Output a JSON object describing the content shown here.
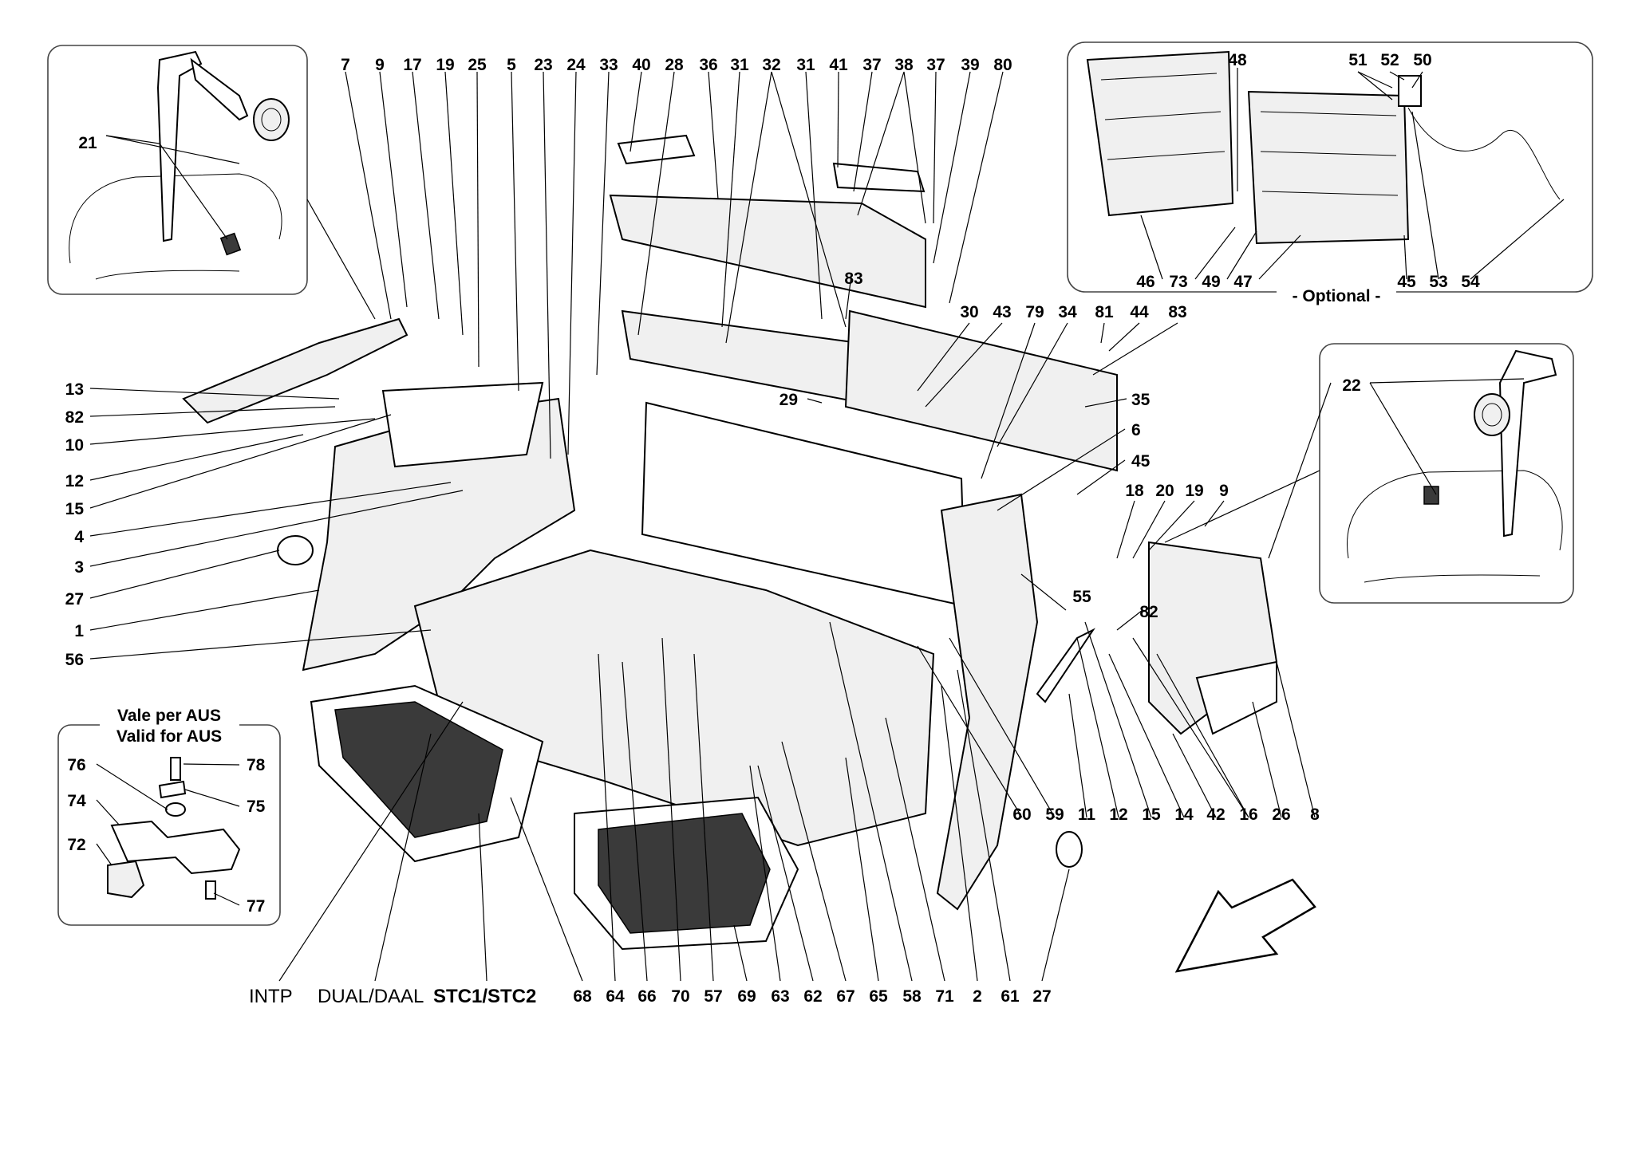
{
  "labels": {
    "top_row": [
      "7",
      "9",
      "17",
      "19",
      "25",
      "5",
      "23",
      "24",
      "33",
      "40",
      "28",
      "36",
      "31",
      "32",
      "31",
      "41",
      "37",
      "38",
      "37",
      "39",
      "80"
    ],
    "left_column": [
      "13",
      "82",
      "10",
      "12",
      "15",
      "4",
      "3",
      "27",
      "1",
      "56"
    ],
    "middle": [
      "83",
      "29",
      "30",
      "43",
      "79",
      "34",
      "81",
      "44",
      "83",
      "35",
      "6",
      "45",
      "18",
      "20",
      "19",
      "9",
      "55",
      "82"
    ],
    "bottom_row": [
      "68",
      "64",
      "66",
      "70",
      "57",
      "69",
      "63",
      "62",
      "67",
      "65",
      "58",
      "71",
      "2",
      "61",
      "27"
    ],
    "right_bottom_row": [
      "60",
      "59",
      "11",
      "12",
      "15",
      "14",
      "42",
      "16",
      "26",
      "8"
    ],
    "inset_belt_left": [
      "21"
    ],
    "inset_belt_right": [
      "22"
    ],
    "inset_optional": [
      "48",
      "51",
      "52",
      "50",
      "46",
      "73",
      "49",
      "47",
      "45",
      "53",
      "54"
    ],
    "inset_aus": [
      "78",
      "76",
      "75",
      "74",
      "72",
      "77"
    ]
  },
  "insets": {
    "optional_caption": "- Optional -",
    "aus_line1": "Vale per AUS",
    "aus_line2": "Valid for AUS"
  },
  "variants": {
    "intp": "INTP",
    "dual": "DUAL/DAAL",
    "stc": "STC1/STC2"
  },
  "direction_icon": "arrow-down-left-icon"
}
